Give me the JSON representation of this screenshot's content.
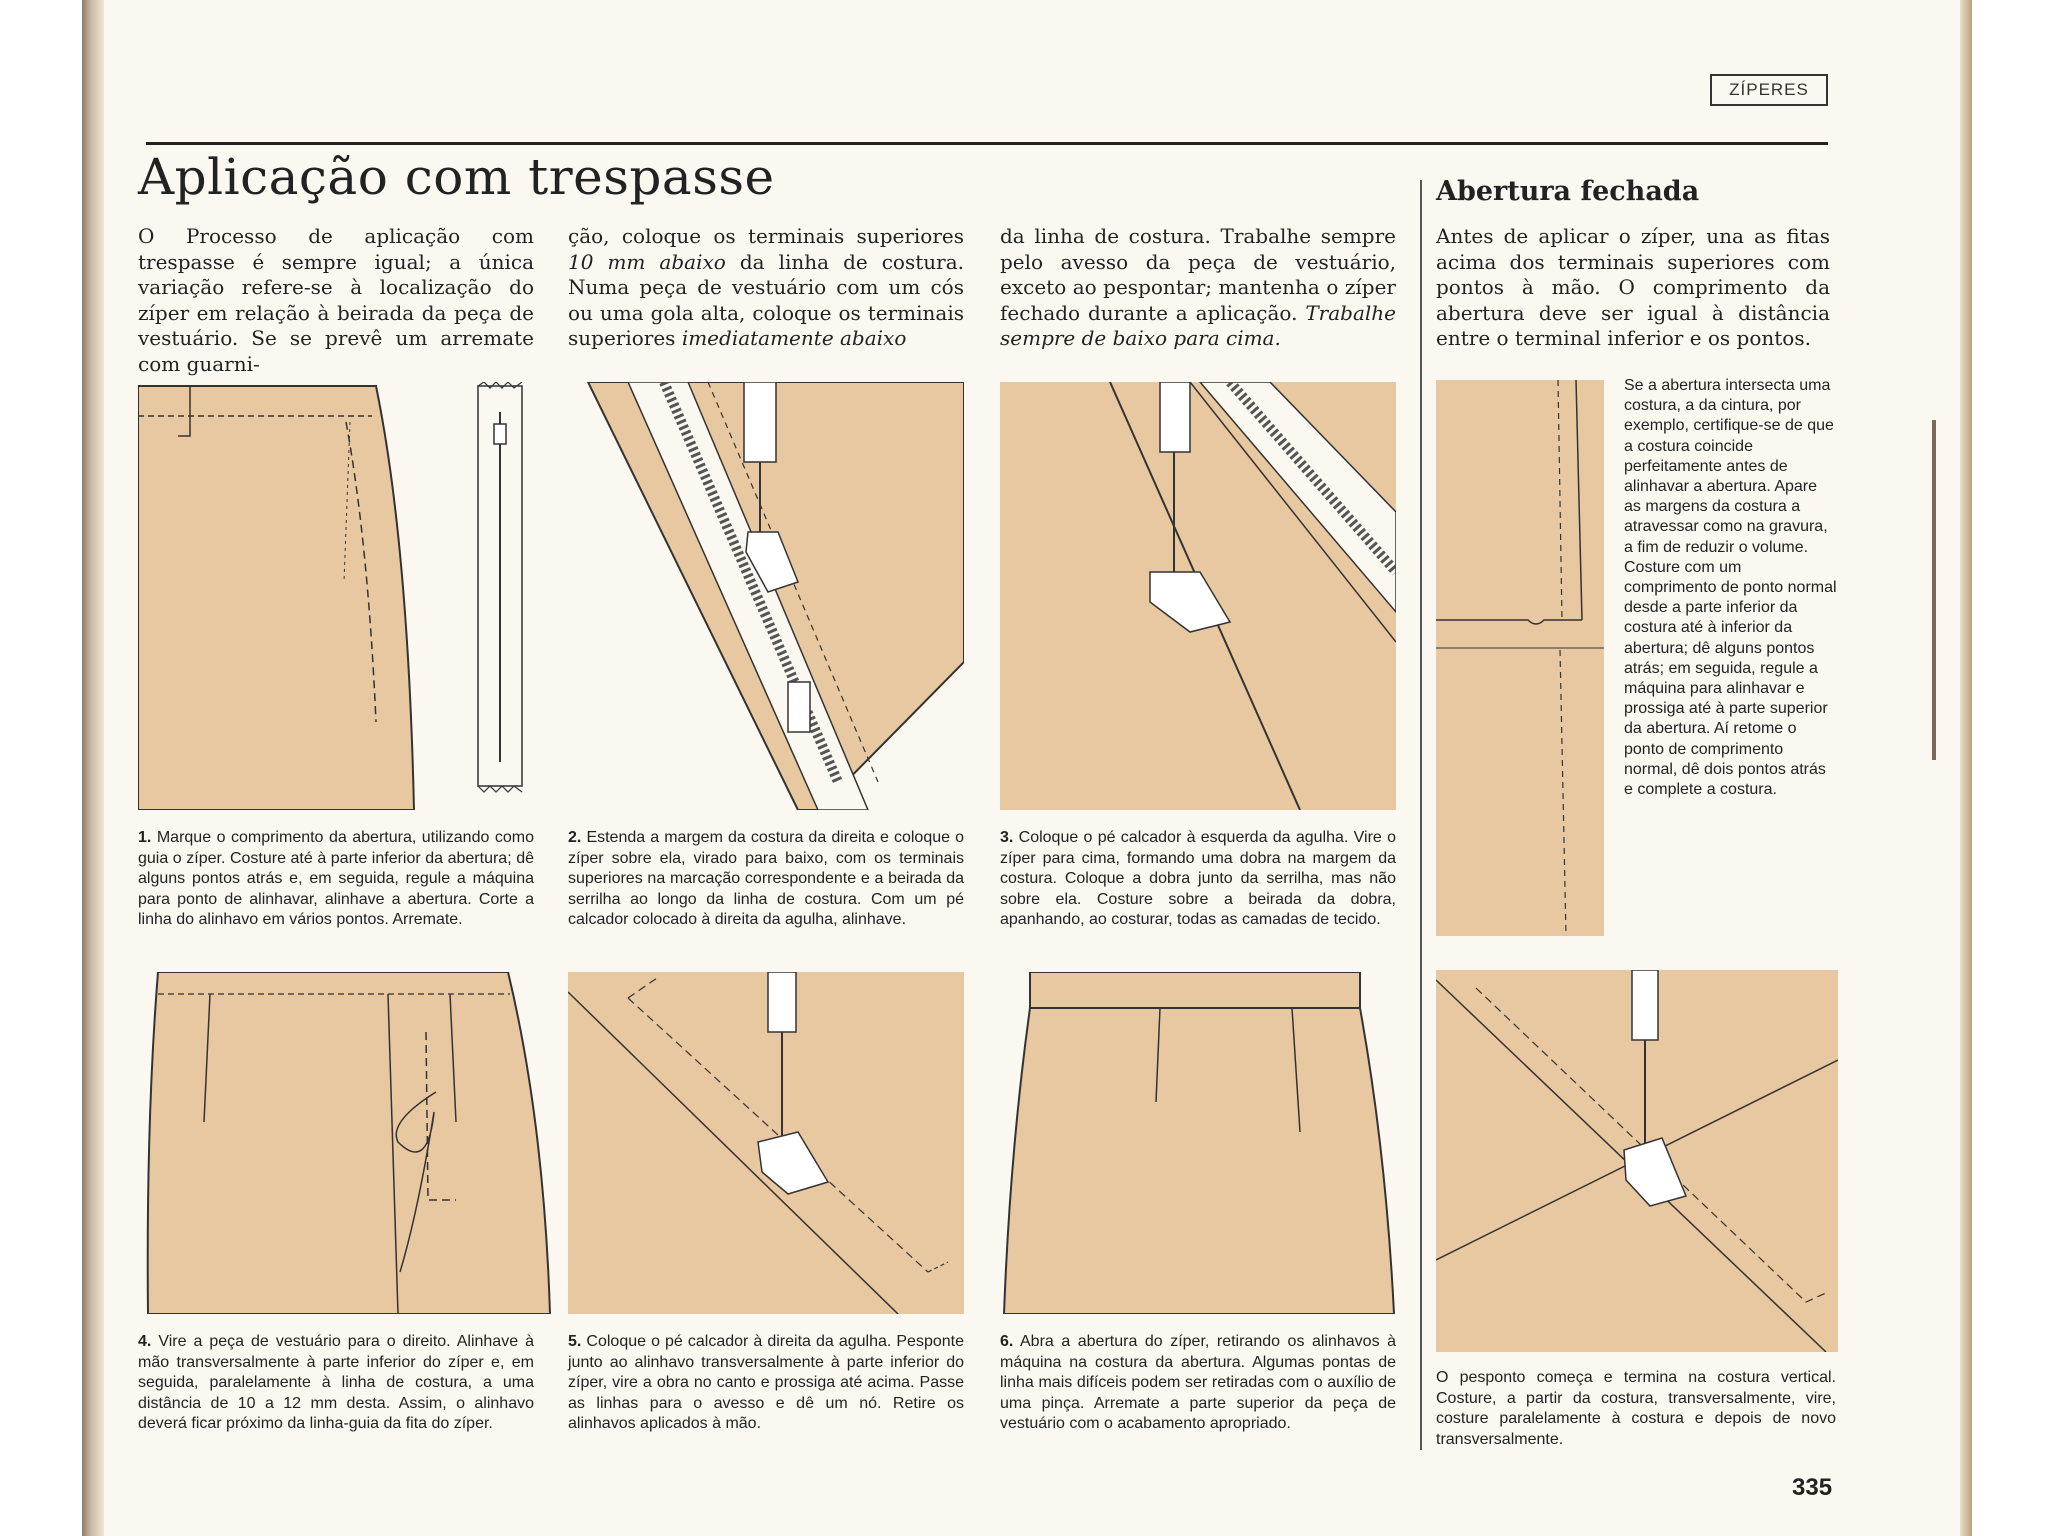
{
  "header": {
    "section_tag": "ZÍPERES"
  },
  "title": "Aplicação com trespasse",
  "intro": {
    "col1": "O Processo de aplicação com trespasse é sempre igual; a única variação refere-se à localização do zíper em relação à beirada da peça de vestuário. Se se prevê um arremate com guarni-",
    "col2_a": "ção, coloque os terminais superiores ",
    "col2_em1": "10 mm abaixo",
    "col2_b": " da linha de costura. Numa peça de vestuário com um cós ou uma gola alta, coloque os terminais superiores ",
    "col2_em2": "imediatamente abaixo",
    "col3_a": "da linha de costura. Trabalhe sempre pelo avesso da peça de vestuário, exceto ao pespontar; mantenha o zíper fechado durante a aplicação. ",
    "col3_em": "Trabalhe sempre de baixo para cima."
  },
  "closed_opening": {
    "subtitle": "Abertura fechada",
    "text": "Antes de aplicar o zíper, una as fitas acima dos terminais superiores com pontos à mão. O comprimento da abertura deve ser igual à distância entre o terminal inferior e os pontos.",
    "sidenote": "Se a abertura intersecta uma costura, a da cintura, por exemplo, certifique-se de que a costura coincide perfeitamente antes de alinhavar a abertura. Apare as margens da costura a atravessar como na gravura, a fim de reduzir o volume. Costure com um comprimento de ponto normal desde a parte inferior da costura até à inferior da abertura; dê alguns pontos atrás; em seguida, regule a máquina para alinhavar e prossiga até à parte superior da abertura. Aí retome o ponto de comprimento normal, dê dois pontos atrás e complete a costura.",
    "caption": "O pesponto começa e termina na costura vertical. Costure, a partir da costura, transversalmente, vire, costure paralelamente à costura e depois de novo transversalmente."
  },
  "steps": [
    {
      "num": "1.",
      "text": "Marque o comprimento da abertura, utilizando como guia o zíper. Costure até à parte inferior da abertura; dê alguns pontos atrás e, em seguida, regule a máquina para ponto de alinhavar, alinhave a abertura. Corte a linha do alinhavo em vários pontos. Arremate."
    },
    {
      "num": "2.",
      "text": "Estenda a margem da costura da direita e coloque o zíper sobre ela, virado para baixo, com os terminais superiores na marcação correspondente e a beirada da serrilha ao longo da linha de costura. Com um pé calcador colocado à direita da agulha, alinhave."
    },
    {
      "num": "3.",
      "text": "Coloque o pé calcador à esquerda da agulha. Vire o zíper para cima, formando uma dobra na margem da costura. Coloque a dobra junto da serrilha, mas não sobre ela. Costure sobre a beirada da dobra, apanhando, ao costurar, todas as camadas de tecido."
    },
    {
      "num": "4.",
      "text": "Vire a peça de vestuário para o direito. Alinhave à mão transversalmente à parte inferior do zíper e, em seguida, paralelamente à linha de costura, a uma distância de 10 a 12 mm desta. Assim, o alinhavo deverá ficar próximo da linha-guia da fita do zíper."
    },
    {
      "num": "5.",
      "text": "Coloque o pé calcador à direita da agulha. Pesponte junto ao alinhavo transversalmente à parte inferior do zíper, vire a obra no canto e prossiga até acima. Passe as linhas para o avesso e dê um nó. Retire os alinhavos aplicados à mão."
    },
    {
      "num": "6.",
      "text": "Abra a abertura do zíper, retirando os alinhavos à máquina na costura da abertura. Algumas pontas de linha mais difíceis podem ser retiradas com o auxílio de uma pinça. Arremate a parte superior da peça de vestuário com o acabamento apropriado."
    }
  ],
  "page_number": "335",
  "colors": {
    "fabric": "#e8c8a0",
    "paper": "#fbf8f1",
    "ink": "#222222"
  }
}
